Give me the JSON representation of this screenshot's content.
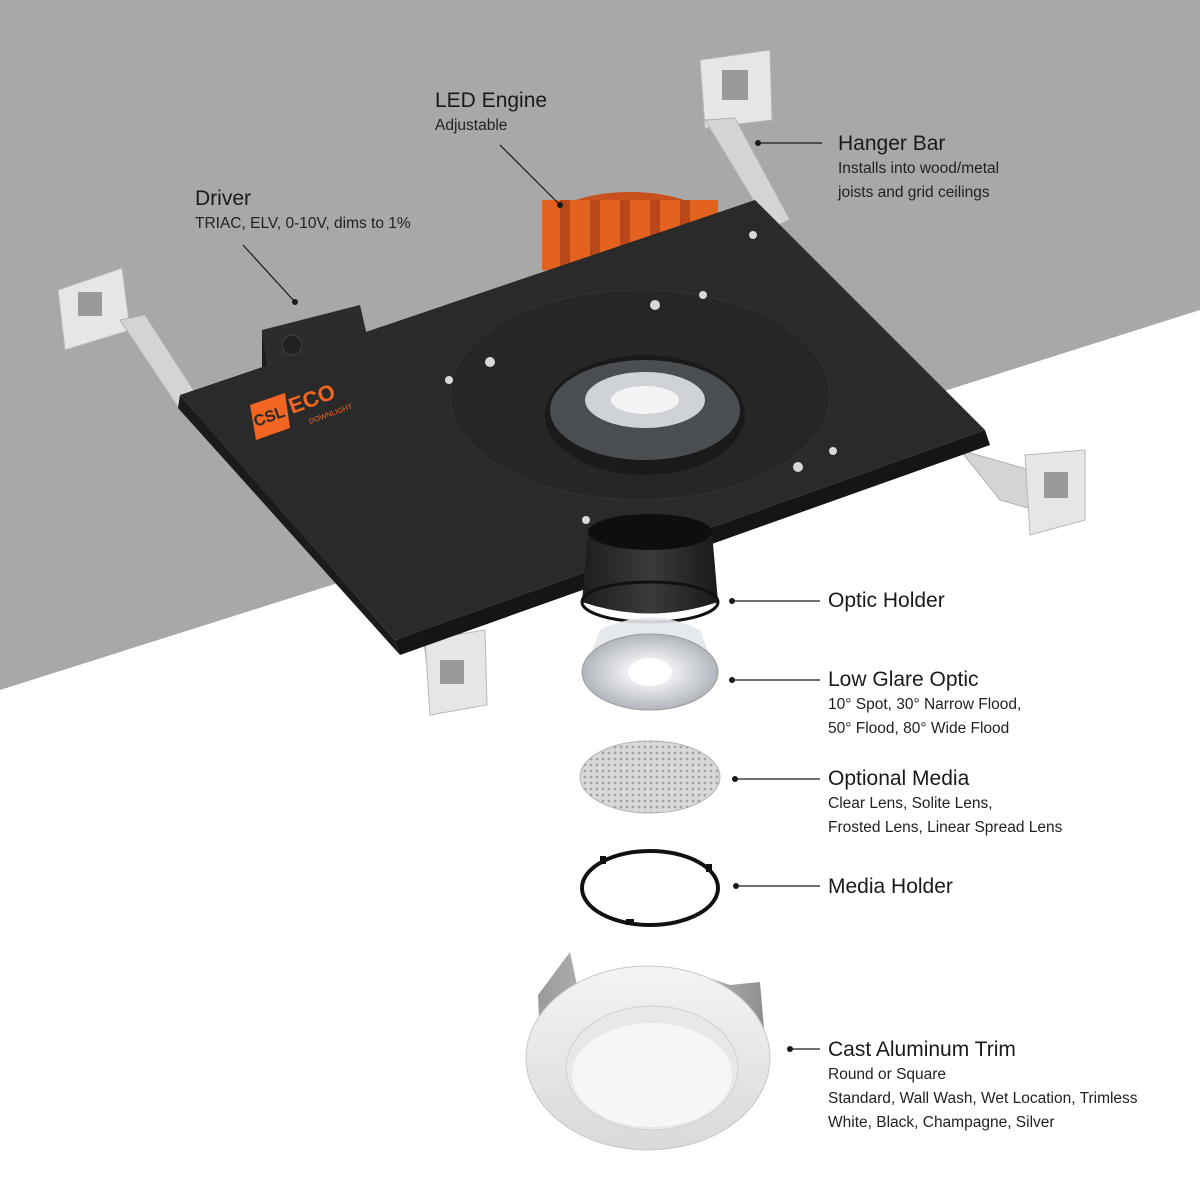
{
  "brand": {
    "logo_prefix": "CSL",
    "logo_name": "ECO",
    "logo_sub": "DOWNLIGHT",
    "accent_color": "#f26522"
  },
  "colors": {
    "ceiling": "#a8a8a8",
    "housing": "#2a2a2a",
    "bracket": "#e6e6e6"
  },
  "callouts": {
    "led_engine": {
      "title": "LED Engine",
      "lines": [
        "Adjustable"
      ]
    },
    "driver": {
      "title": "Driver",
      "lines": [
        "TRIAC, ELV, 0-10V, dims to 1%"
      ]
    },
    "hanger_bar": {
      "title": "Hanger Bar",
      "lines": [
        "Installs into wood/metal",
        "joists and grid ceilings"
      ]
    },
    "optic_holder": {
      "title": "Optic Holder",
      "lines": []
    },
    "low_glare_optic": {
      "title": "Low Glare Optic",
      "lines": [
        "10° Spot, 30° Narrow Flood,",
        "50° Flood, 80° Wide Flood"
      ]
    },
    "optional_media": {
      "title": "Optional Media",
      "lines": [
        "Clear Lens, Solite Lens,",
        "Frosted Lens, Linear Spread Lens"
      ]
    },
    "media_holder": {
      "title": "Media Holder",
      "lines": []
    },
    "cast_aluminum_trim": {
      "title": "Cast Aluminum Trim",
      "lines": [
        "Round or Square",
        "Standard, Wall Wash, Wet Location, Trimless",
        "White, Black, Champagne, Silver"
      ]
    }
  }
}
